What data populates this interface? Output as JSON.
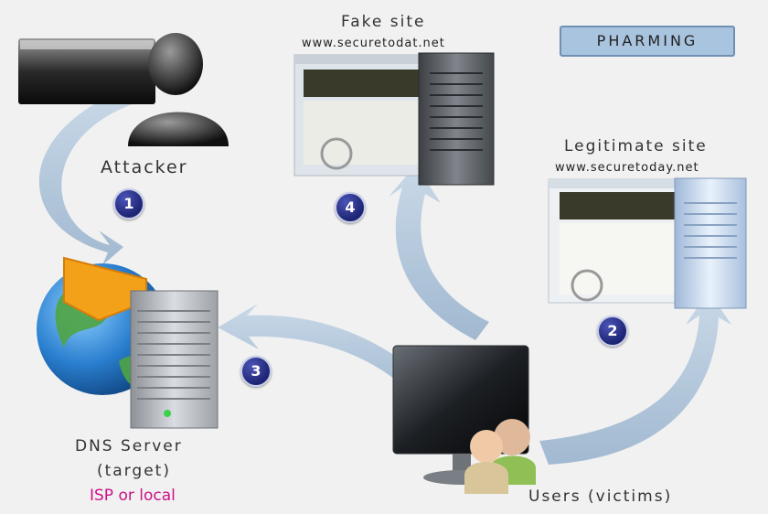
{
  "title": "PHARMING",
  "attacker": {
    "label": "Attacker"
  },
  "fake_site": {
    "label": "Fake site",
    "url": "www.securetodat.net"
  },
  "legit_site": {
    "label": "Legitimate site",
    "url": "www.securetoday.net"
  },
  "dns": {
    "label": "DNS Server",
    "sublabel": "(target)",
    "note": "ISP or local"
  },
  "users": {
    "label": "Users (victims)"
  },
  "steps": [
    "1",
    "2",
    "3",
    "4"
  ],
  "colors": {
    "note": "#cc1188",
    "badge": "#22287a",
    "arrow": "#a9c0d8",
    "title_box": "#a9c4de"
  }
}
